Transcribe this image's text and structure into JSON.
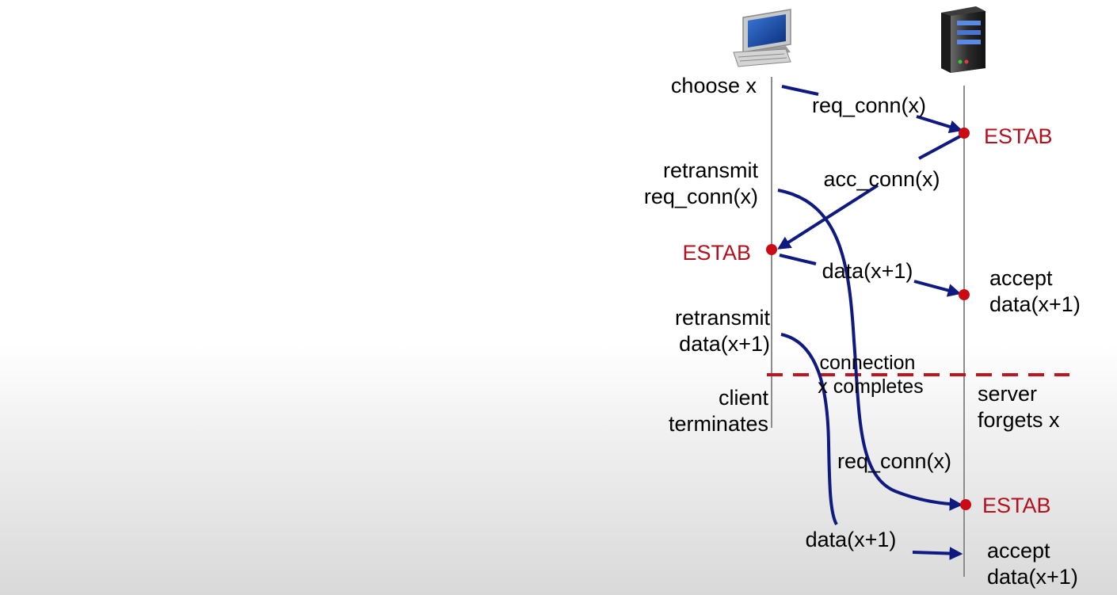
{
  "client": {
    "icon": "desktop-computer-icon",
    "events": {
      "choose": "choose x",
      "retransmit_req_line1": "retransmit",
      "retransmit_req_line2": "req_conn(x)",
      "estab": "ESTAB",
      "retransmit_data_line1": "retransmit",
      "retransmit_data_line2": "data(x+1)",
      "terminates_line1": "client",
      "terminates_line2": "terminates"
    }
  },
  "server": {
    "icon": "server-tower-icon",
    "events": {
      "estab_1": "ESTAB",
      "accept_1_line1": "accept",
      "accept_1_line2": "data(x+1)",
      "forgets_line1": "server",
      "forgets_line2": "forgets x",
      "estab_2": "ESTAB",
      "accept_2_line1": "accept",
      "accept_2_line2": "data(x+1)"
    }
  },
  "messages": {
    "req_conn": "req_conn(x)",
    "acc_conn": "acc_conn(x)",
    "data": "data(x+1)",
    "late_req_conn": "req_conn(x)",
    "late_data": "data(x+1)"
  },
  "divider": {
    "label_line1": "connection",
    "label_line2": "x completes"
  },
  "colors": {
    "arrow": "#0f1a80",
    "state": "#b3101e",
    "dot": "#cc0a14",
    "divider": "#c0141e",
    "timeline": "#8c8c8c"
  }
}
